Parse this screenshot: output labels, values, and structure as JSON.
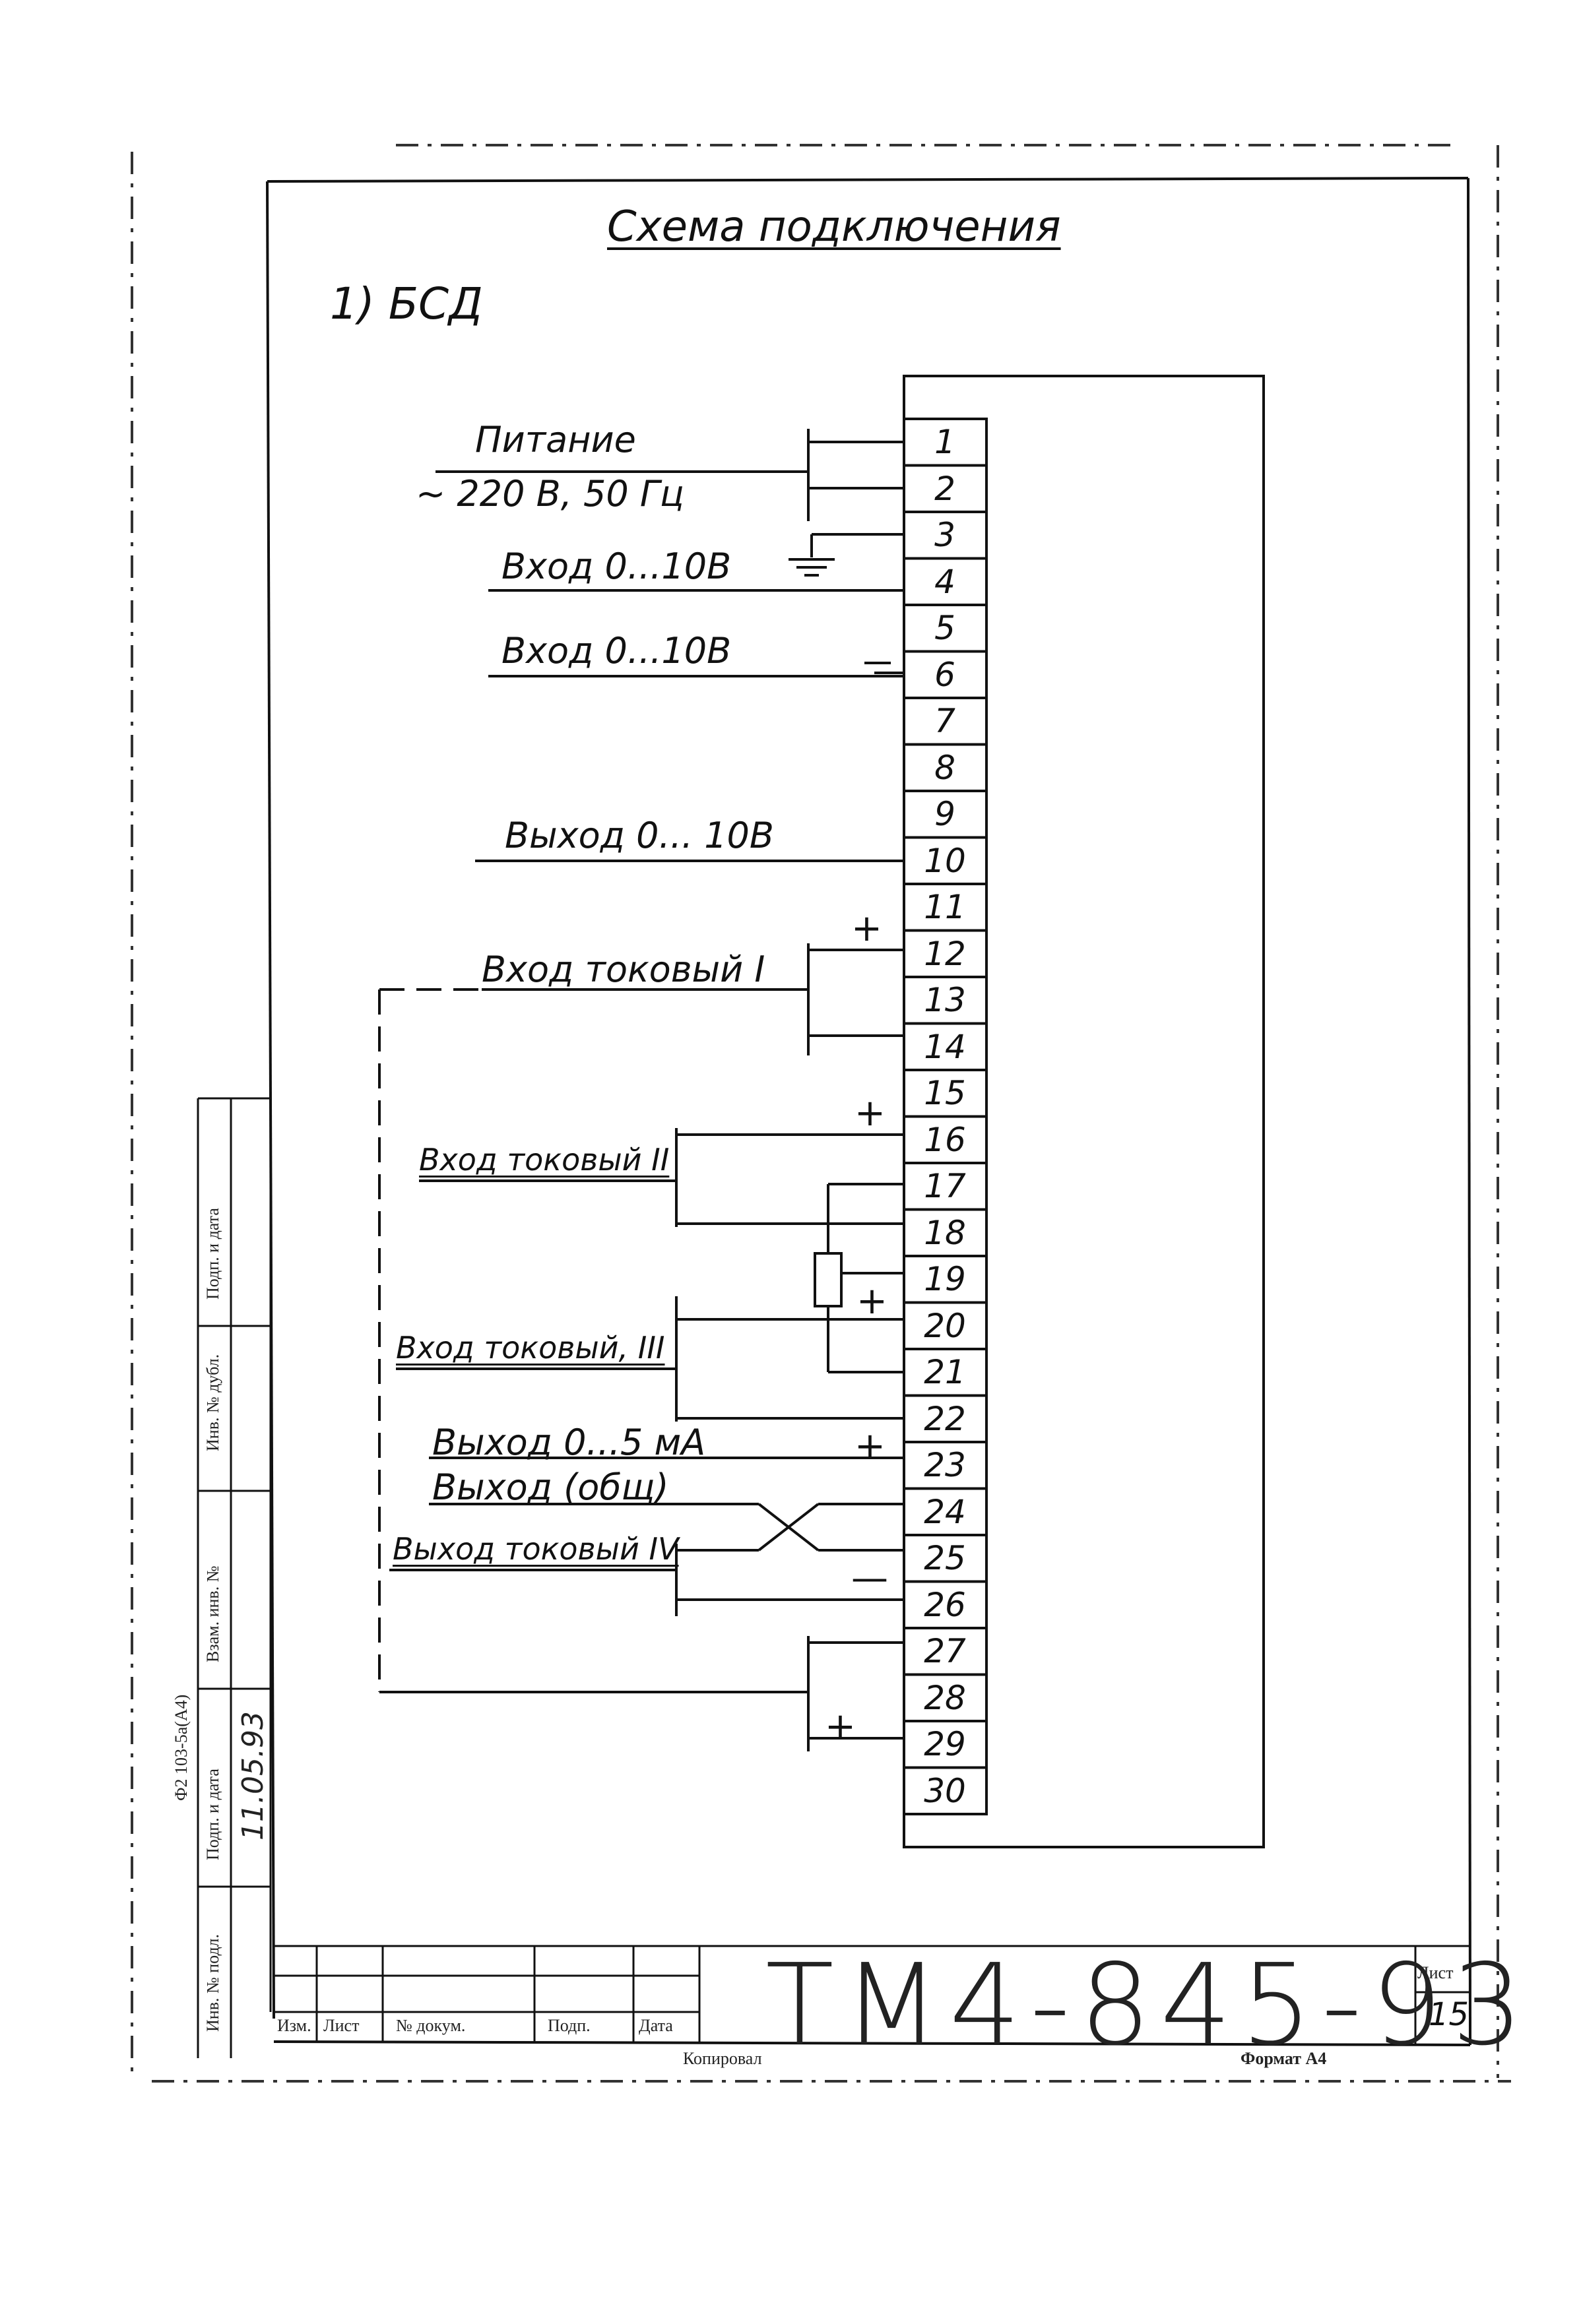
{
  "title": "Схема подключения",
  "subtitle": "1) БСД",
  "terminals": [
    "1",
    "2",
    "3",
    "4",
    "5",
    "6",
    "7",
    "8",
    "9",
    "10",
    "11",
    "12",
    "13",
    "14",
    "15",
    "16",
    "17",
    "18",
    "19",
    "20",
    "21",
    "22",
    "23",
    "24",
    "25",
    "26",
    "27",
    "28",
    "29",
    "30"
  ],
  "labels": {
    "power_1": "Питание",
    "power_2": "~ 220 В, 50 Гц",
    "input_1": "Вход 0...10В",
    "input_2": "Вход 0...10В",
    "output_1": "Выход 0... 10В",
    "current_in_1": "Вход токовый I",
    "current_in_2": "Вход токовый II",
    "current_in_3": "Вход токовый, III",
    "output_ma": "Выход 0...5 мА",
    "output_common": "Выход (общ)",
    "current_out": "Выход токовый IV"
  },
  "polarity": {
    "plus": "+",
    "minus": "—"
  },
  "title_block": {
    "doc_number": "ТМ4-845-93",
    "sheet_label": "Лист",
    "sheet_number": "15",
    "col_izm": "Изм.",
    "col_list": "Лист",
    "col_doc": "№ докум.",
    "col_sign": "Подп.",
    "col_date": "Дата",
    "copied": "Копировал",
    "format": "Формат А4"
  },
  "side_stamp": {
    "form": "Ф2 103-5а(А4)",
    "c1": "Подп. и дата",
    "c2": "Инв. № дубл.",
    "c3": "Взам. инв. №",
    "c4": "Подп. и дата",
    "c5": "Инв. № подл.",
    "c6_hand": "11.05.93"
  }
}
